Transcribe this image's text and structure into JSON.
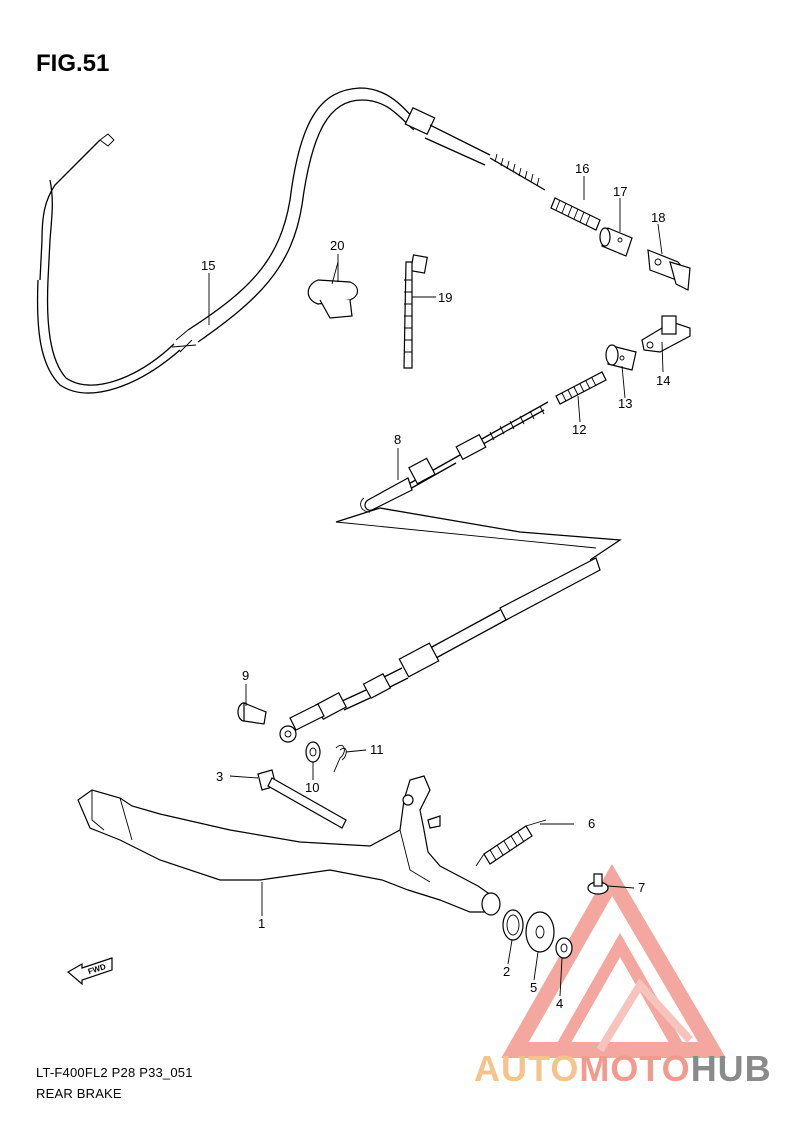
{
  "figure": {
    "title": "FIG.51",
    "footer_code": "LT-F400FL2 P28 P33_051",
    "footer_name": "REAR BRAKE",
    "fwd_label": "FWD"
  },
  "parts": [
    {
      "no": "1"
    },
    {
      "no": "2"
    },
    {
      "no": "3"
    },
    {
      "no": "4"
    },
    {
      "no": "5"
    },
    {
      "no": "6"
    },
    {
      "no": "7"
    },
    {
      "no": "8"
    },
    {
      "no": "9"
    },
    {
      "no": "10"
    },
    {
      "no": "11"
    },
    {
      "no": "12"
    },
    {
      "no": "13"
    },
    {
      "no": "14"
    },
    {
      "no": "15"
    },
    {
      "no": "16"
    },
    {
      "no": "17"
    },
    {
      "no": "18"
    },
    {
      "no": "19"
    },
    {
      "no": "20"
    }
  ],
  "watermark": {
    "part_a": "AUTO",
    "part_b": "MOTO",
    "part_c": "HUB",
    "color_a": "#f6c38a",
    "color_b": "#f29a8e",
    "color_c": "#8a8a8a",
    "triangle_color": "#f08a80"
  }
}
